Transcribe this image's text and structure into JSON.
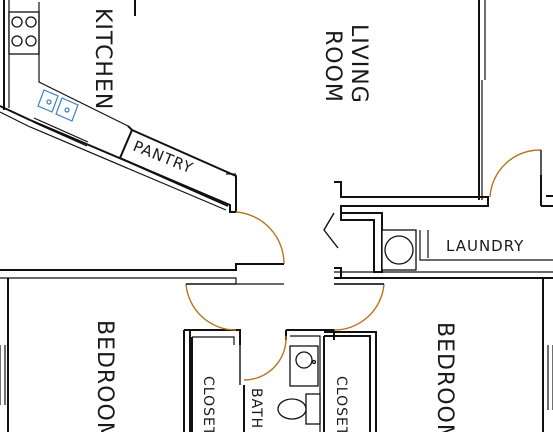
{
  "plan": {
    "rooms": {
      "kitchen": "KITCHEN",
      "living_room_line1": "LIVING",
      "living_room_line2": "ROOM",
      "pantry": "PANTRY",
      "laundry": "LAUNDRY",
      "bedroom_left": "BEDROOM",
      "bedroom_right": "BEDROOM",
      "closet_left": "CLOSET",
      "closet_right": "CLOSET",
      "bath": "BATH"
    },
    "colors": {
      "walls": "#111111",
      "door_swing": "#b8741a",
      "sink": "#3b7fc4"
    }
  }
}
